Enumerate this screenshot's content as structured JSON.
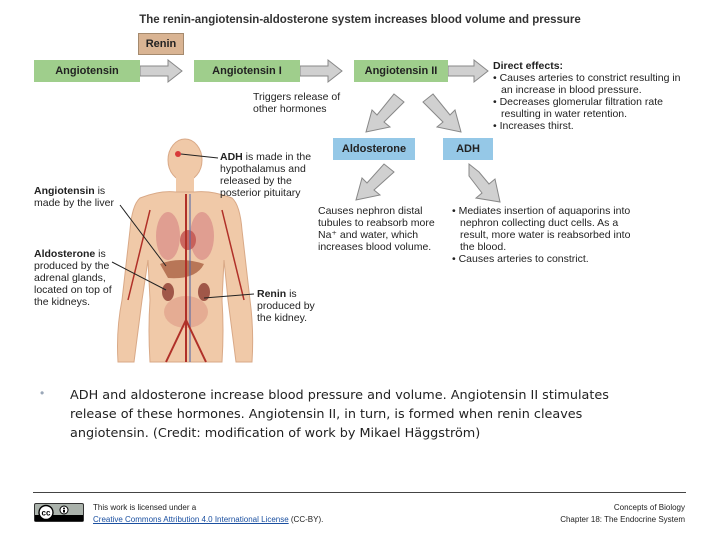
{
  "diagram": {
    "title": "The renin-angiotensin-aldosterone system increases blood volume and pressure",
    "boxes": {
      "renin": "Renin",
      "angiotensin": "Angiotensin",
      "angiotensin_1": "Angiotensin I",
      "angiotensin_2": "Angiotensin II",
      "aldosterone": "Aldosterone",
      "adh": "ADH"
    },
    "triggers_note": {
      "line1": "Triggers release of",
      "line2": "other hormones"
    },
    "direct_effects": {
      "heading": "Direct effects:",
      "items": [
        "Causes arteries to constrict resulting in an increase in blood pressure.",
        "Decreases glomerular filtration rate resulting in water retention.",
        "Increases thirst."
      ]
    },
    "aldosterone_effect": {
      "line1": "Causes nephron distal",
      "line2": "tubules to reabsorb more",
      "line3": "Na⁺ and water, which",
      "line4": "increases blood volume."
    },
    "adh_effects": [
      "Mediates insertion of aquaporins into nephron collecting duct cells. As a result, more water is reabsorbed into the blood.",
      "Causes arteries to constrict."
    ],
    "labels": {
      "adh_bold": "ADH",
      "adh_rest": " is made in the hypothalamus and released by the posterior pituitary",
      "angiotensin_bold": "Angiotensin",
      "angiotensin_rest": " is made by the liver",
      "aldosterone_bold": "Aldosterone",
      "aldosterone_rest": " is produced by the adrenal glands, located on top of the kidneys.",
      "renin_bold": "Renin",
      "renin_rest": " is produced by the kidney."
    }
  },
  "caption": {
    "bullet": "•",
    "text": "ADH and aldosterone increase blood pressure and volume. Angiotensin II stimulates release of these hormones. Angiotensin II, in turn, is formed when renin cleaves angiotensin. (Credit: modification of work by Mikael Häggström)"
  },
  "footer": {
    "license_prefix": "This work is licensed under a",
    "license_link": "Creative Commons Attribution 4.0 International License",
    "license_suffix": " (CC-BY).",
    "book": "Concepts of Biology",
    "chapter": "Chapter 18: The Endocrine System",
    "cc_badge": "cc"
  },
  "colors": {
    "green_box": "#9fce8c",
    "tan_box": "#d9b493",
    "blue_box": "#95c8e7",
    "arrow_fill": "#d0d0d0",
    "arrow_stroke": "#888888",
    "skin": "#f0c9a8"
  }
}
